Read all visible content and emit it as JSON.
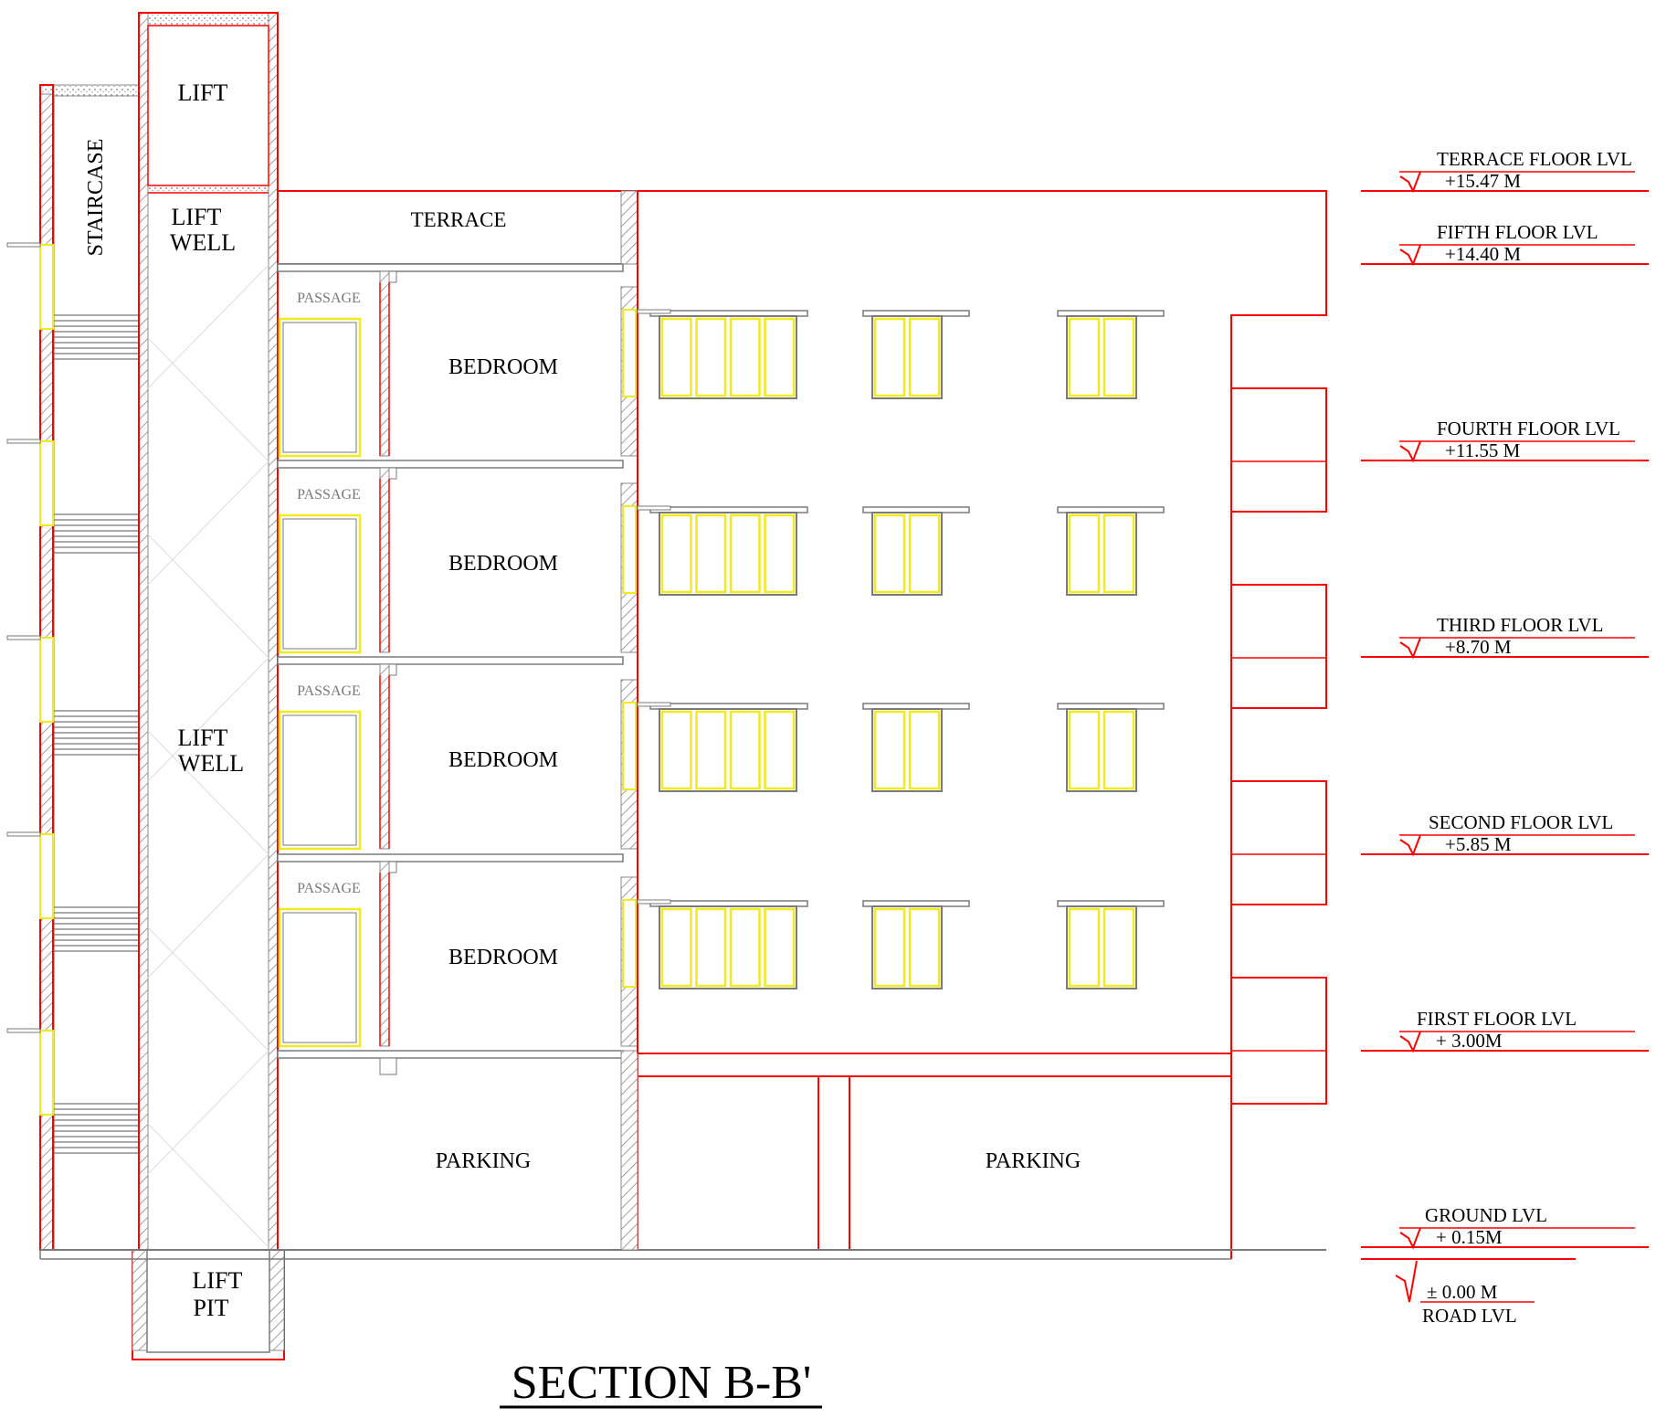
{
  "title": "SECTION B-B'",
  "colors": {
    "line": "#ff0000",
    "outline": "#7a7a7a",
    "glazing": "#f2ea1e",
    "text": "#000000"
  },
  "core": {
    "staircase": "STAIRCASE",
    "lift": "LIFT",
    "lift_well": [
      "LIFT",
      "WELL"
    ],
    "lift_pit": [
      "LIFT",
      "PIT"
    ]
  },
  "rooms": {
    "terrace": "TERRACE",
    "passage": "PASSAGE",
    "bedroom": "BEDROOM",
    "parking": "PARKING"
  },
  "levels": [
    {
      "name": "TERRACE FLOOR  LVL",
      "value": "+15.47 M"
    },
    {
      "name": "FIFTH FLOOR  LVL",
      "value": "+14.40 M"
    },
    {
      "name": "FOURTH FLOOR  LVL",
      "value": "+11.55 M"
    },
    {
      "name": "THIRD FLOOR  LVL",
      "value": "+8.70 M"
    },
    {
      "name": "SECOND FLOOR  LVL",
      "value": "+5.85 M"
    },
    {
      "name": "FIRST FLOOR  LVL",
      "value": "+ 3.00M"
    },
    {
      "name": "GROUND LVL",
      "value": "+ 0.15M"
    },
    {
      "name": "ROAD LVL",
      "value": "± 0.00 M"
    }
  ]
}
